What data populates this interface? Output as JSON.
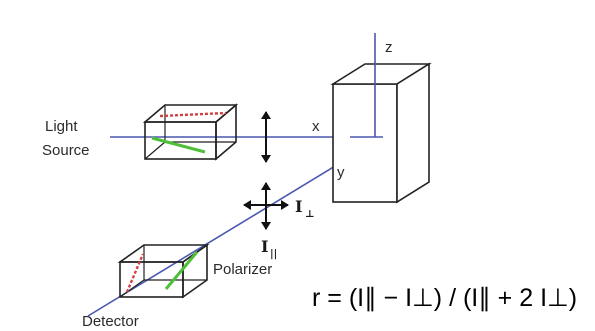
{
  "labels": {
    "light_source_line1": "Light",
    "light_source_line2": "Source",
    "detector": "Detector",
    "polarizer": "Polarizer"
  },
  "axes": {
    "x": "x",
    "y": "y",
    "z": "z"
  },
  "intensity": {
    "perp_symbol": "I",
    "perp_sub": "⊥",
    "par_symbol": "I",
    "par_sub": "||"
  },
  "formula": "r = (I∥ − I⊥) / (I∥ + 2 I⊥)",
  "colors": {
    "beam": "#4a58b0",
    "polarizer_green": "#4fbf3a",
    "polarizer_red_dotted": "#d24040",
    "edges": "#222222"
  }
}
